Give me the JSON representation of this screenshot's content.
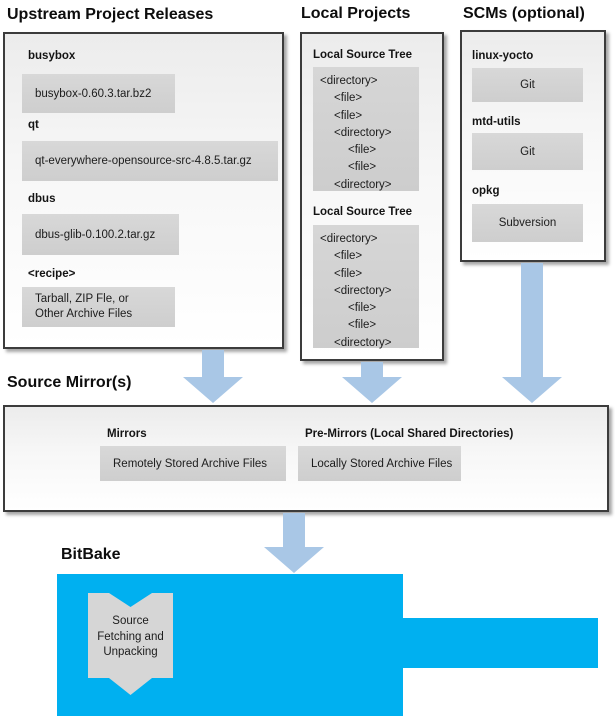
{
  "colors": {
    "bitbake_blue": "#00b0f0",
    "arrow_blue": "#a9c7e6",
    "inner_box_gray": "#d3d3d3"
  },
  "sections": {
    "upstream": {
      "title": "Upstream Project Releases",
      "items": [
        {
          "label": "busybox",
          "value": "busybox-0.60.3.tar.bz2"
        },
        {
          "label": "qt",
          "value": "qt-everywhere-opensource-src-4.8.5.tar.gz"
        },
        {
          "label": "dbus",
          "value": "dbus-glib-0.100.2.tar.gz"
        },
        {
          "label": "<recipe>",
          "value": "Tarball, ZIP Fle, or\nOther Archive Files"
        }
      ]
    },
    "local": {
      "title": "Local Projects",
      "sections": [
        {
          "heading": "Local Source Tree",
          "lines": [
            "<directory>",
            "<file>",
            "<file>",
            "<directory>",
            "<file>",
            "<file>",
            "<directory>"
          ]
        },
        {
          "heading": "Local Source Tree",
          "lines": [
            "<directory>",
            "<file>",
            "<file>",
            "<directory>",
            "<file>",
            "<file>",
            "<directory>"
          ]
        }
      ]
    },
    "scms": {
      "title": "SCMs (optional)",
      "items": [
        {
          "label": "linux-yocto",
          "value": "Git"
        },
        {
          "label": "mtd-utils",
          "value": "Git"
        },
        {
          "label": "opkg",
          "value": "Subversion"
        }
      ]
    },
    "mirrors": {
      "title": "Source Mirror(s)",
      "mirrors_label": "Mirrors",
      "mirrors_value": "Remotely Stored Archive Files",
      "premirrors_label": "Pre-Mirrors (Local Shared Directories)",
      "premirrors_value": "Locally Stored Archive Files"
    },
    "bitbake": {
      "title": "BitBake",
      "callout": "Source\nFetching and\nUnpacking"
    }
  }
}
